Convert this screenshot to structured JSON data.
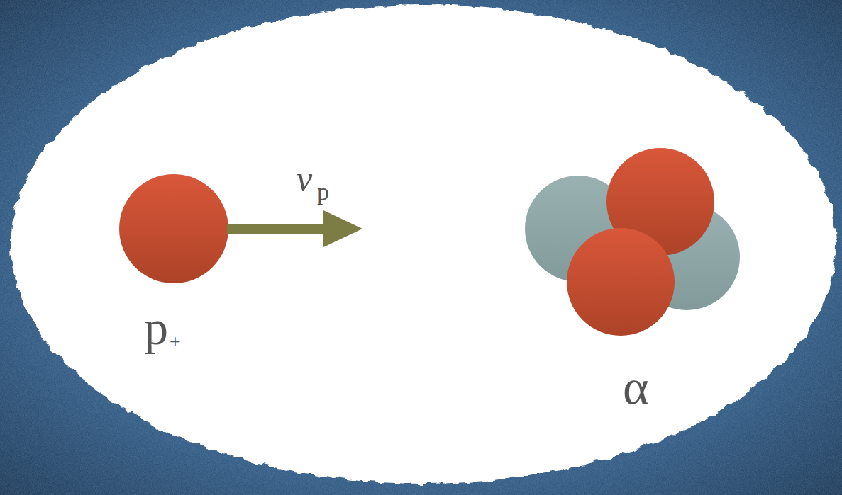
{
  "diagram": {
    "labels": [
      "v",
      "p",
      "p",
      "+",
      "α"
    ]
  }
}
